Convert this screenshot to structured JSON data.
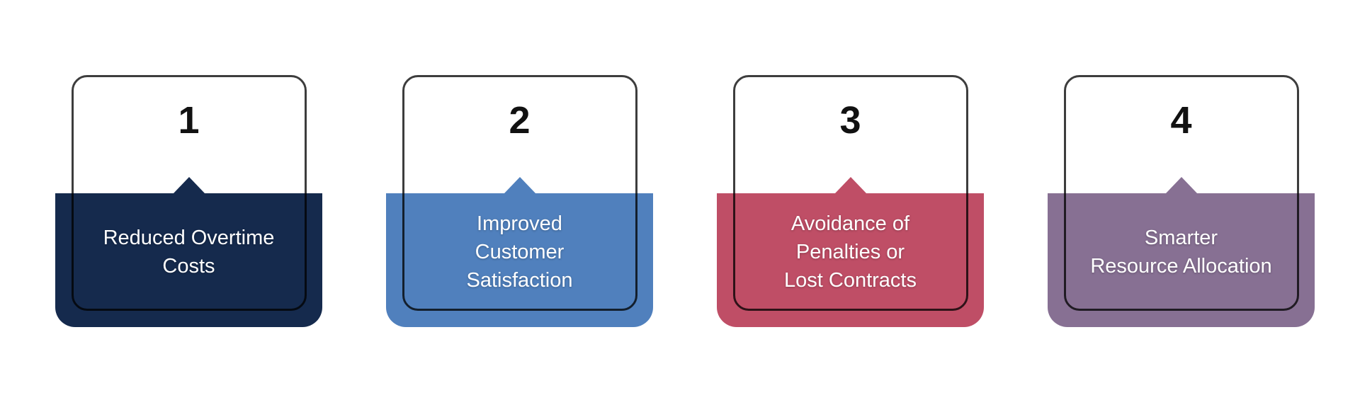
{
  "diagram": {
    "background_color": "#ffffff",
    "outline_stroke_color": "rgba(0,0,0,0.76)",
    "number_text_color": "#111111",
    "label_text_color": "#ffffff"
  },
  "cards": [
    {
      "number": "1",
      "label": "Reduced Overtime\nCosts",
      "color": "#152A4D"
    },
    {
      "number": "2",
      "label": "Improved\nCustomer\nSatisfaction",
      "color": "#5080BD"
    },
    {
      "number": "3",
      "label": "Avoidance of\nPenalties or\nLost Contracts",
      "color": "#BF4E66"
    },
    {
      "number": "4",
      "label": "Smarter\nResource Allocation",
      "color": "#877093"
    }
  ]
}
